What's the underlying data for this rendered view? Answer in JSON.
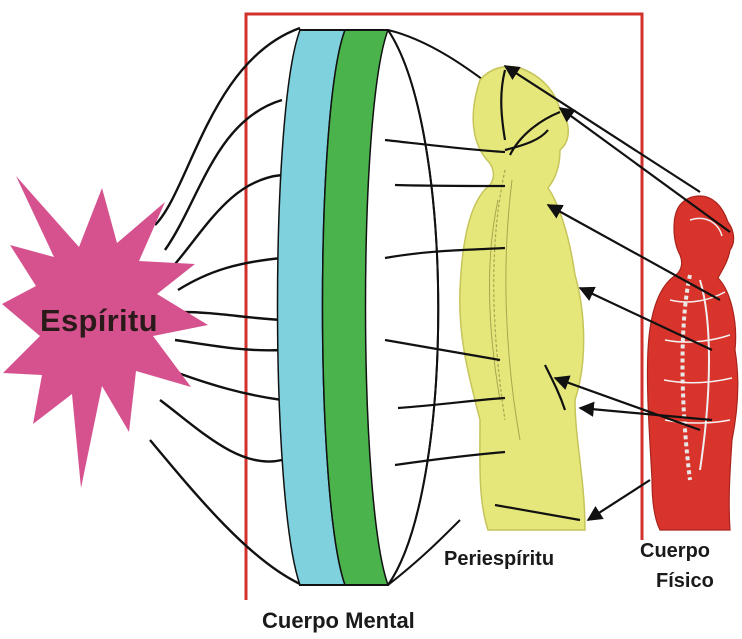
{
  "labels": {
    "espiritu": "Espíritu",
    "periespiritu": "Periespíritu",
    "cuerpo_fisico_line1": "Cuerpo",
    "cuerpo_fisico_line2": "Físico",
    "cuerpo_mental": "Cuerpo Mental"
  },
  "colors": {
    "espiritu_star": "#d5528f",
    "frame_border": "#d0312d",
    "mental_blue": "#7fd1de",
    "mental_green": "#4bb34b",
    "periespiritu_body": "#e6e77a",
    "physical_body": "#d9342b",
    "lines": "#111111"
  },
  "icons": [
    "star-burst-shape",
    "mental-disc-shape",
    "yellow-human-silhouette",
    "red-anatomical-silhouette",
    "arrow-lines"
  ]
}
